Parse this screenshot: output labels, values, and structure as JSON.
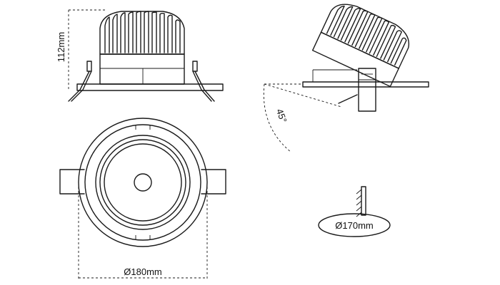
{
  "dimensions": {
    "height": "112mm",
    "tilt_angle": "45°",
    "outer_diameter": "Ø180mm",
    "cutout_diameter": "Ø170mm"
  },
  "colors": {
    "line": "#1a1a1a",
    "background": "#ffffff"
  }
}
